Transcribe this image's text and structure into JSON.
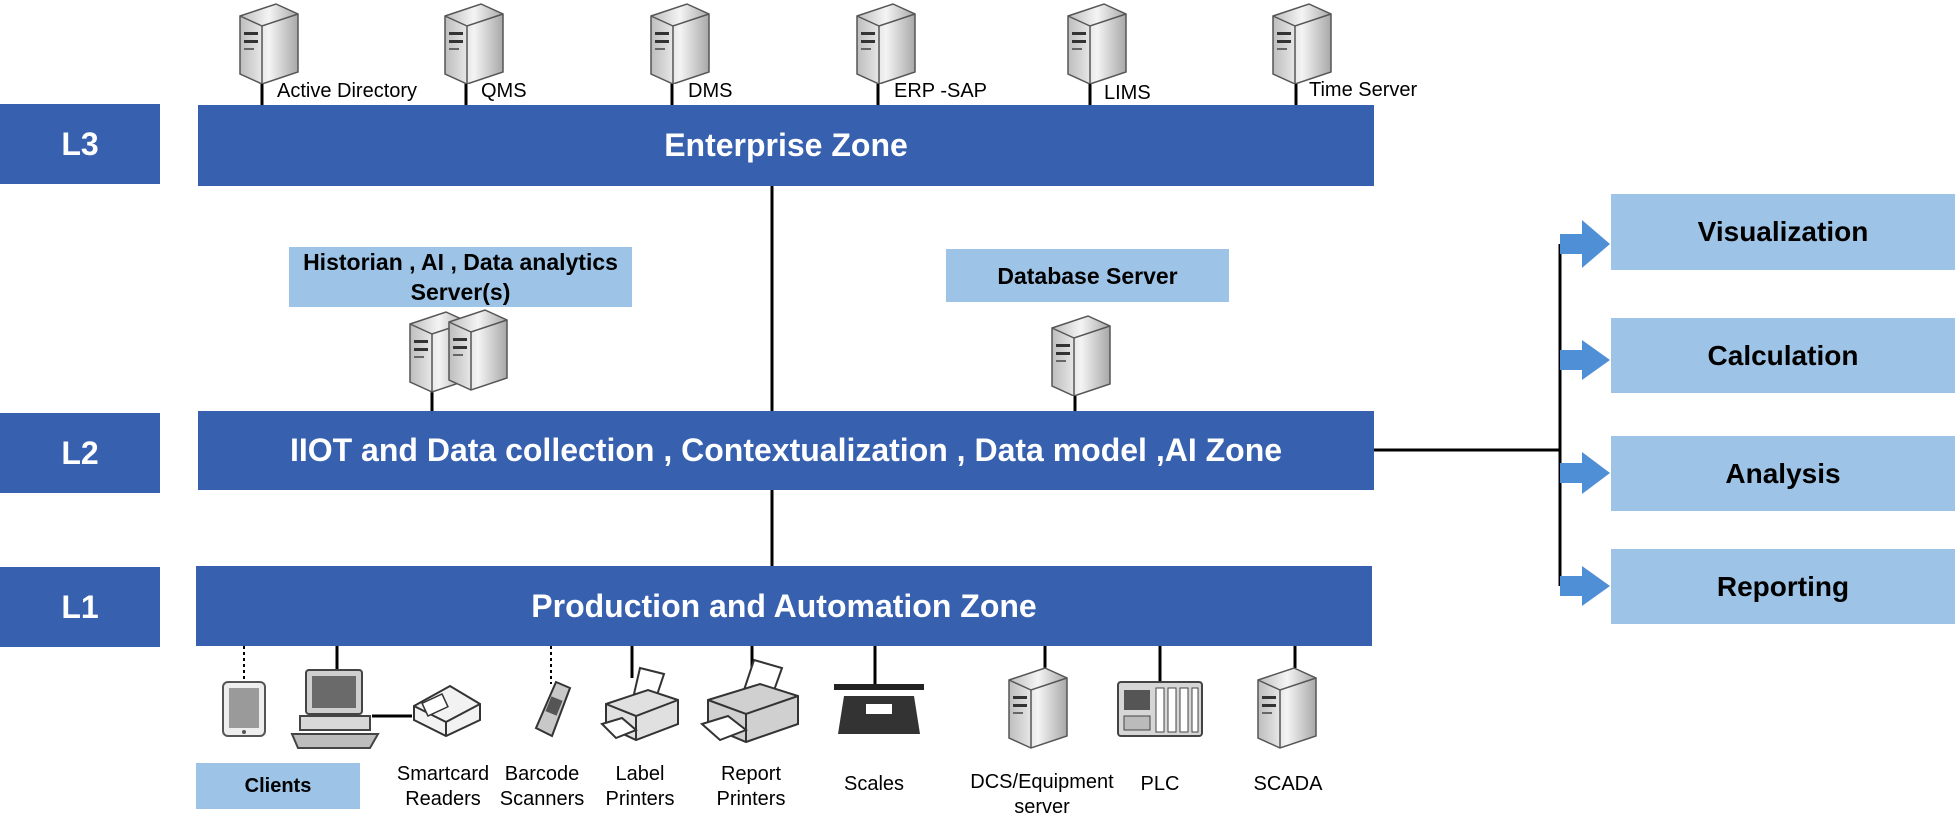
{
  "levels": {
    "l3": "L3",
    "l2": "L2",
    "l1": "L1"
  },
  "zones": {
    "enterprise": "Enterprise Zone",
    "iiot": "IIOT and Data collection , Contextualization , Data model ,AI  Zone",
    "production": "Production and Automation Zone"
  },
  "enterprise_servers": [
    "Active Directory",
    "QMS",
    "DMS",
    "ERP -SAP",
    "LIMS",
    "Time Server"
  ],
  "mid_servers": {
    "historian_line1": "Historian , AI , Data analytics",
    "historian_line2": "Server(s)",
    "database": "Database Server"
  },
  "outputs": [
    "Visualization",
    "Calculation",
    "Analysis",
    "Reporting"
  ],
  "devices": {
    "clients": "Clients",
    "smartcard": [
      "Smartcard",
      "Readers"
    ],
    "barcode": [
      "Barcode",
      "Scanners"
    ],
    "label": [
      "Label",
      "Printers"
    ],
    "report": [
      "Report",
      "Printers"
    ],
    "scales": "Scales",
    "dcs": [
      "DCS/Equipment",
      "server"
    ],
    "plc": "PLC",
    "scada": "SCADA"
  },
  "colors": {
    "zone_blue": "#3760AF",
    "light_blue": "#9DC3E6",
    "arrow_blue": "#4F8FD6"
  },
  "icons": [
    "server-icon",
    "tablet-icon",
    "desktop-computer-icon",
    "smartcard-reader-icon",
    "barcode-scanner-icon",
    "printer-icon",
    "scale-icon",
    "plc-icon",
    "arrow-right-icon"
  ]
}
